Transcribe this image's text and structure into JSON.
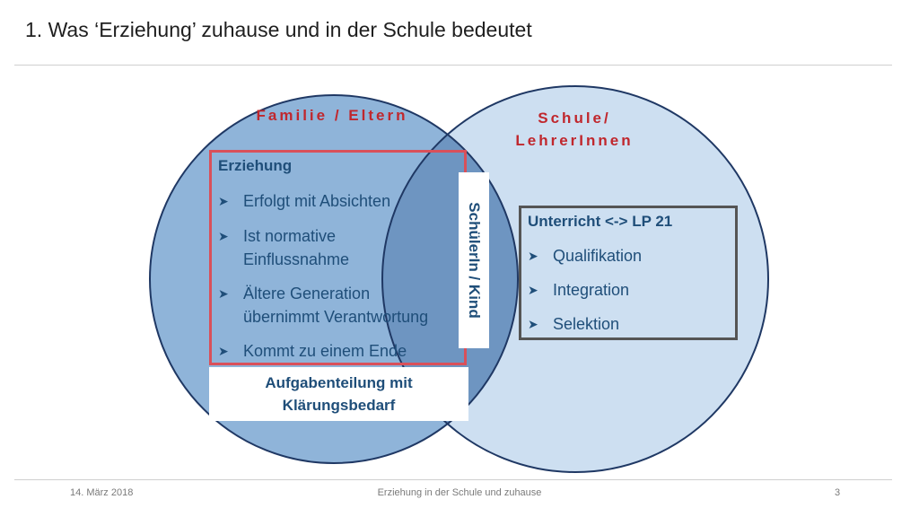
{
  "title": "1. Was ‘Erziehung’ zuhause und in der Schule bedeutet",
  "colors": {
    "left_circle": "#8fb4d9",
    "right_circle": "#cddff1",
    "overlap": "#6e95c1",
    "circle_stroke": "#1f3864",
    "label_red": "#c0272d",
    "text_blue": "#1f4e79",
    "box_red": "#d9505a",
    "box_gray": "#555555"
  },
  "venn": {
    "left_label": "Familie / Eltern",
    "right_label_line1": "Schule/",
    "right_label_line2": "LehrerInnen",
    "center_label": "SchülerIn / Kind",
    "bottom_label_line1": "Aufgabenteilung mit",
    "bottom_label_line2": "Klärungsbedarf"
  },
  "left_box": {
    "title": "Erziehung",
    "bullet_icon": "arrow-bullet-icon",
    "bullets": [
      [
        "Erfolgt mit Absichten"
      ],
      [
        "Ist normative",
        "Einflussnahme"
      ],
      [
        "Ältere Generation",
        "übernimmt Verantwortung"
      ],
      [
        "Kommt zu einem Ende"
      ]
    ]
  },
  "right_box": {
    "title": "Unterricht <-> LP 21",
    "bullet_icon": "arrow-bullet-icon",
    "bullets": [
      "Qualifikation",
      "Integration",
      "Selektion"
    ]
  },
  "footer": {
    "date": "14. März 2018",
    "center": "Erziehung in der Schule und zuhause",
    "page": "3"
  }
}
